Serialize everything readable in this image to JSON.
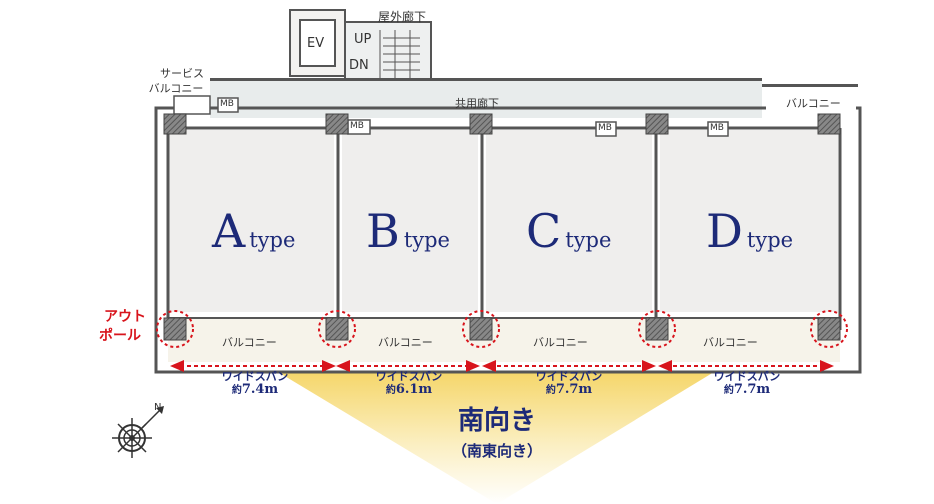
{
  "labels": {
    "outdoor_corridor": "屋外廊下",
    "ev": "EV",
    "up": "UP",
    "dn": "DN",
    "service_balcony_1": "サービス",
    "service_balcony_2": "バルコニー",
    "common_corridor": "共用廊下",
    "balcony_top_right": "バルコニー",
    "mb": "MB",
    "out_pole_1": "アウト",
    "out_pole_2": "ポール"
  },
  "units": [
    {
      "letter": "A",
      "suffix": "type",
      "balcony": "バルコニー",
      "span_label": "ワイドスパン",
      "span_prefix": "約",
      "span_value": "7.4m"
    },
    {
      "letter": "B",
      "suffix": "type",
      "balcony": "バルコニー",
      "span_label": "ワイドスパン",
      "span_prefix": "約",
      "span_value": "6.1m"
    },
    {
      "letter": "C",
      "suffix": "type",
      "balcony": "バルコニー",
      "span_label": "ワイドスパン",
      "span_prefix": "約",
      "span_value": "7.7m"
    },
    {
      "letter": "D",
      "suffix": "type",
      "balcony": "バルコニー",
      "span_label": "ワイドスパン",
      "span_prefix": "約",
      "span_value": "7.7m"
    }
  ],
  "orientation": {
    "main": "南向き",
    "sub": "（南東向き）"
  },
  "compass": {
    "north_label": "N"
  },
  "colors": {
    "navy": "#1d2a78",
    "red": "#d8141c",
    "wall": "#555555",
    "floor": "#efeeed",
    "corridor": "#e8ecec",
    "balcony": "#f6f3ea",
    "sun_top": "#f7dc6a"
  }
}
